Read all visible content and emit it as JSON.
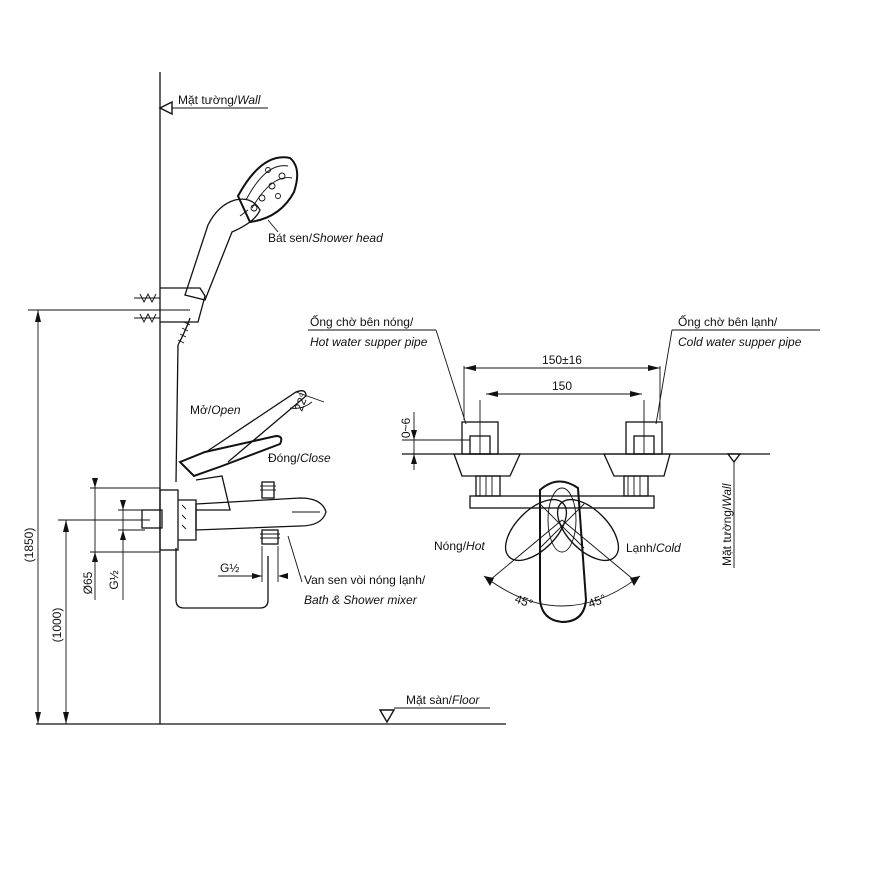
{
  "labels": {
    "wall_vn": "Mặt tường/",
    "wall_en": "Wall",
    "shower_head_vn": "Bát sen/",
    "shower_head_en": "Shower head",
    "open_vn": "Mở/",
    "open_en": "Open",
    "close_vn": "Đóng/",
    "close_en": "Close",
    "angle_22": "22°",
    "mixer_vn": "Van sen vòi nóng lạnh/",
    "mixer_en": "Bath & Shower mixer",
    "floor_vn": "Mặt sàn/",
    "floor_en": "Floor",
    "hot_pipe_vn": "Ống chờ bên nóng/",
    "hot_pipe_en": "Hot water supper pipe",
    "cold_pipe_vn": "Ống chờ bên lạnh/",
    "cold_pipe_en": "Cold water supper pipe",
    "hot_vn": "Nóng/",
    "hot_en": "Hot",
    "cold_vn": "Lạnh/",
    "cold_en": "Cold",
    "wall_right_vn": "Mặt tường/",
    "wall_right_en": "Wall",
    "angle_45_left": "45°",
    "angle_45_right": "45°"
  },
  "dimensions": {
    "height_1850": "(1850)",
    "height_1000": "(1000)",
    "dia_65": "Ø65",
    "g_half_vertical": "G½",
    "g_half_bottom": "G½",
    "spacing_150_16": "150±16",
    "spacing_150": "150",
    "offset_0_6": "0~6"
  }
}
